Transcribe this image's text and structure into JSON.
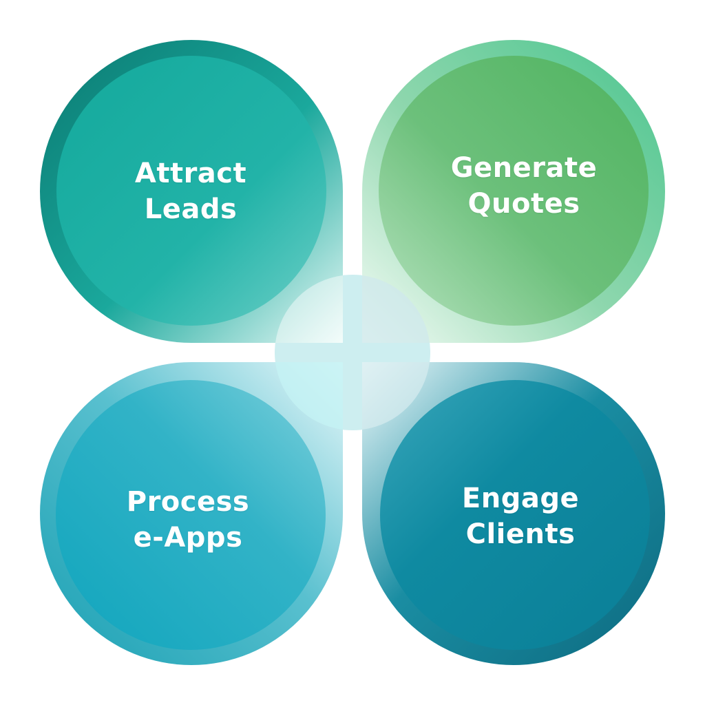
{
  "diagram": {
    "petals": [
      {
        "id": "top-left",
        "line1": "Attract",
        "line2": "Leads",
        "color_outer": "#0e7f78",
        "color_inner": "#17b0a3"
      },
      {
        "id": "top-right",
        "line1": "Generate",
        "line2": "Quotes",
        "color_outer": "#4cc38d",
        "color_inner": "#56b56a"
      },
      {
        "id": "bottom-left",
        "line1": "Process",
        "line2": "e-Apps",
        "color_outer": "#1aa2b5",
        "color_inner": "#12a6bd"
      },
      {
        "id": "bottom-right",
        "line1": "Engage",
        "line2": "Clients",
        "color_outer": "#0f6f86",
        "color_inner": "#0e8aa0"
      }
    ],
    "center_color": "#cdeef0"
  }
}
